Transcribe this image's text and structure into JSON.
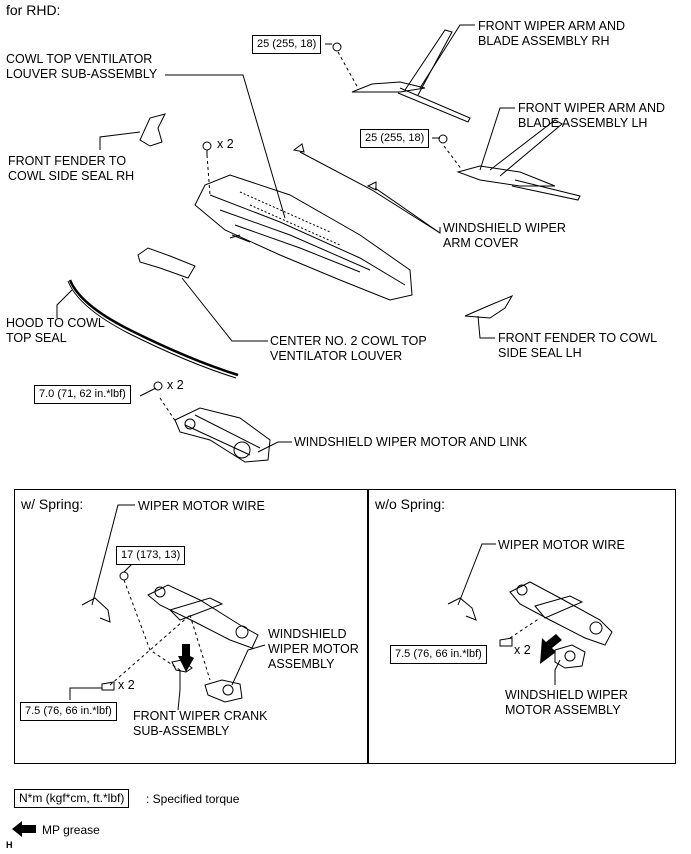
{
  "header": "for RHD:",
  "labels": {
    "cowl_top": [
      "COWL TOP VENTILATOR",
      "LOUVER SUB-ASSEMBLY"
    ],
    "arm_rh": [
      "FRONT WIPER ARM AND",
      "BLADE ASSEMBLY RH"
    ],
    "arm_lh": [
      "FRONT WIPER ARM AND",
      "BLADE ASSEMBLY LH"
    ],
    "fender_rh": [
      "FRONT FENDER TO",
      "COWL SIDE SEAL RH"
    ],
    "arm_cover": [
      "WINDSHIELD WIPER",
      "ARM COVER"
    ],
    "hood_seal": [
      "HOOD TO COWL",
      "TOP SEAL"
    ],
    "center_louver": [
      "CENTER NO. 2 COWL TOP",
      "VENTILATOR LOUVER"
    ],
    "fender_lh": [
      "FRONT FENDER TO COWL",
      "SIDE SEAL LH"
    ],
    "motor_link": "WINDSHIELD WIPER MOTOR AND LINK"
  },
  "torques": {
    "arm_rh": "25 (255, 18)",
    "arm_lh": "25 (255, 18)",
    "motor_link": "7.0 (71, 62 in.*lbf)",
    "spring_nut": "17 (173, 13)",
    "spring_bolt": "7.5 (76, 66 in.*lbf)",
    "nospring_bolt": "7.5 (76, 66 in.*lbf)"
  },
  "qty": {
    "cowl_clip": "x 2",
    "motor_link": "x 2",
    "spring_bolt": "x 2",
    "nospring_bolt": "x 2"
  },
  "panels": {
    "spring": {
      "title": "w/ Spring:",
      "motor_wire": "WIPER MOTOR WIRE",
      "motor_assembly": [
        "WINDSHIELD",
        "WIPER MOTOR",
        "ASSEMBLY"
      ],
      "crank": [
        "FRONT WIPER CRANK",
        "SUB-ASSEMBLY"
      ]
    },
    "nospring": {
      "title": "w/o Spring:",
      "motor_wire": "WIPER MOTOR WIRE",
      "motor_assembly": [
        "WINDSHIELD WIPER",
        "MOTOR ASSEMBLY"
      ]
    }
  },
  "legend": {
    "torque_box": "N*m (kgf*cm, ft.*lbf)",
    "torque_desc": ": Specified torque",
    "grease_desc": "MP grease"
  },
  "corner_mark": "H"
}
